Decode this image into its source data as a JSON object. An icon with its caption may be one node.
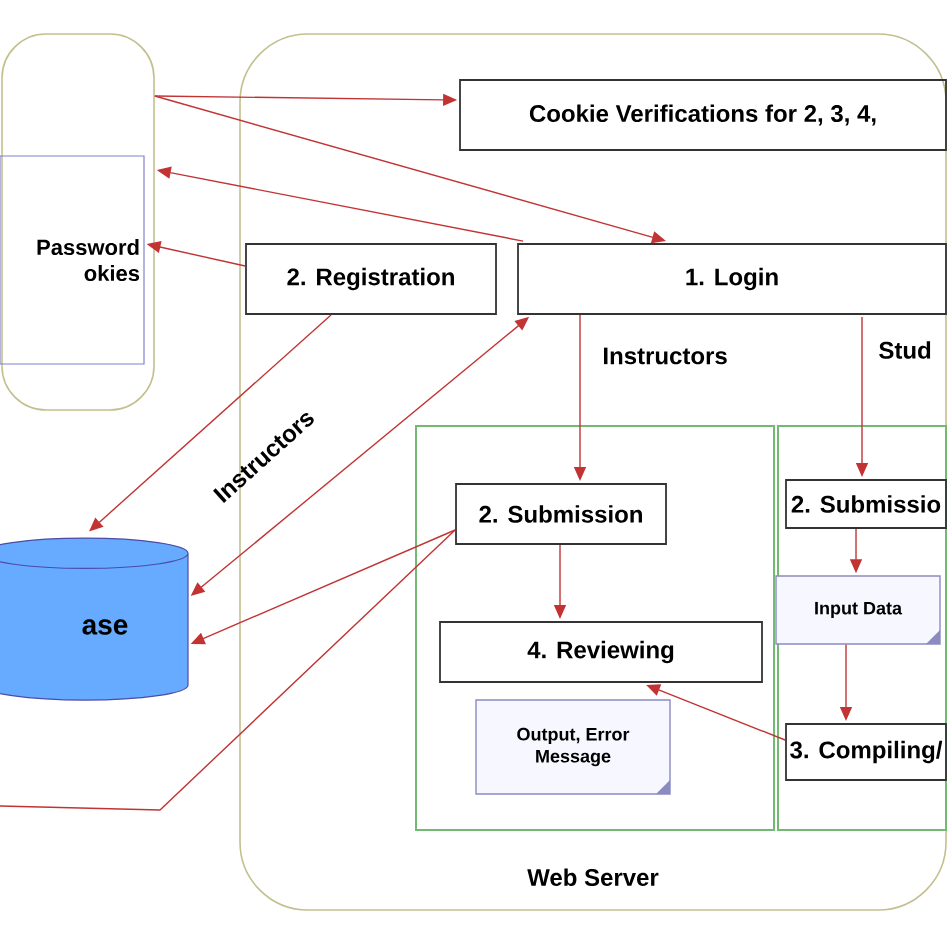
{
  "diagram": {
    "nodes": [
      {
        "text": [],
        "shape": "box"
      },
      {
        "text": [
          "Password okies"
        ],
        "in": 0
      },
      {
        "text": [
          "Web Server"
        ]
      },
      {
        "text": [
          "Cookie Verifications for 2, 3, 4,"
        ],
        "in": 2
      },
      {
        "text": [
          "2. Registration"
        ],
        "in": 2
      },
      {
        "text": [
          "1. Login"
        ],
        "in": 2
      },
      {
        "text": [],
        "shape": "box",
        "in": 2
      },
      {
        "text": [],
        "shape": "box",
        "in": 2
      },
      {
        "text": [
          "2. Submission"
        ],
        "in": 6
      },
      {
        "text": [
          "4. Reviewing"
        ],
        "in": 6
      },
      {
        "text": [
          "Output, Error Message"
        ],
        "in": 6
      },
      {
        "text": [
          "2. Submissio"
        ],
        "in": 7
      },
      {
        "text": [
          "Input Data"
        ],
        "in": 7
      },
      {
        "text": [
          "3. Compiling/"
        ],
        "in": 7
      },
      {
        "text": [
          "ase"
        ]
      }
    ],
    "edges": [
      {
        "from": 0,
        "to": 3,
        "arrow": "to"
      },
      {
        "from": 0,
        "to": 5,
        "arrow": "to"
      },
      {
        "from": 5,
        "to": 0,
        "arrow": "to"
      },
      {
        "from": 4,
        "to": 1,
        "arrow": "to"
      },
      {
        "from": 4,
        "to": 14,
        "arrow": "to"
      },
      {
        "from": 14,
        "to": 5,
        "arrow": "both"
      },
      {
        "from": 8,
        "to": 14,
        "arrow": "to"
      },
      {
        "from": 8,
        "to": null,
        "arrow": "none"
      },
      {
        "from": 5,
        "to": 8,
        "arrow": "to",
        "label": "Instructors"
      },
      {
        "from": 5,
        "to": 11,
        "arrow": "to",
        "label": "Stud"
      },
      {
        "from": 8,
        "to": 9,
        "arrow": "to"
      },
      {
        "from": 11,
        "to": 12,
        "arrow": "to"
      },
      {
        "from": 12,
        "to": 13,
        "arrow": "to"
      },
      {
        "from": 13,
        "to": 9,
        "arrow": "to"
      }
    ],
    "labels": [
      "Instructors"
    ]
  }
}
